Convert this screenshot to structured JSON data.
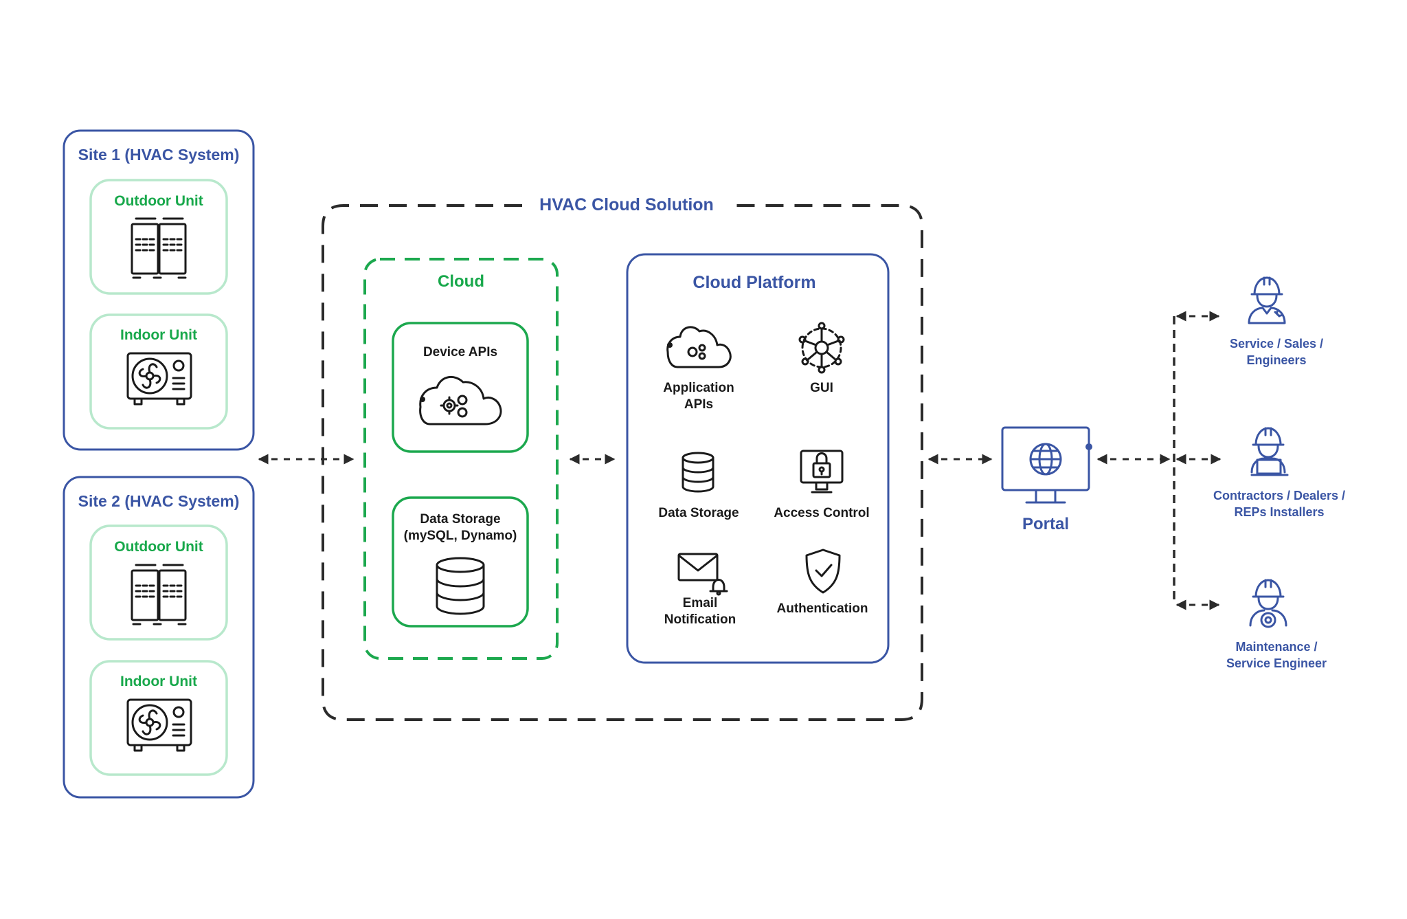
{
  "solution": {
    "title": "HVAC Cloud Solution"
  },
  "sites": [
    {
      "title": "Site 1 (HVAC System)",
      "outdoor": "Outdoor Unit",
      "indoor": "Indoor Unit"
    },
    {
      "title": "Site 2 (HVAC System)",
      "outdoor": "Outdoor Unit",
      "indoor": "Indoor Unit"
    }
  ],
  "cloud": {
    "title": "Cloud",
    "device_apis": "Device APIs",
    "storage_line1": "Data Storage",
    "storage_line2": "(mySQL, Dynamo)"
  },
  "platform": {
    "title": "Cloud Platform",
    "app_apis_line1": "Application",
    "app_apis_line2": "APIs",
    "gui": "GUI",
    "data_storage": "Data Storage",
    "access_control": "Access Control",
    "email_line1": "Email",
    "email_line2": "Notification",
    "authentication": "Authentication"
  },
  "portal": {
    "label": "Portal"
  },
  "users": [
    {
      "line1": "Service / Sales /",
      "line2": "Engineers"
    },
    {
      "line1": "Contractors / Dealers /",
      "line2": "REPs Installers"
    },
    {
      "line1": "Maintenance /",
      "line2": "Service Engineer"
    }
  ],
  "colors": {
    "blue": "#3a55a4",
    "green": "#18a84b",
    "mint": "#b8e8cc",
    "dark": "#2b2b2b"
  }
}
